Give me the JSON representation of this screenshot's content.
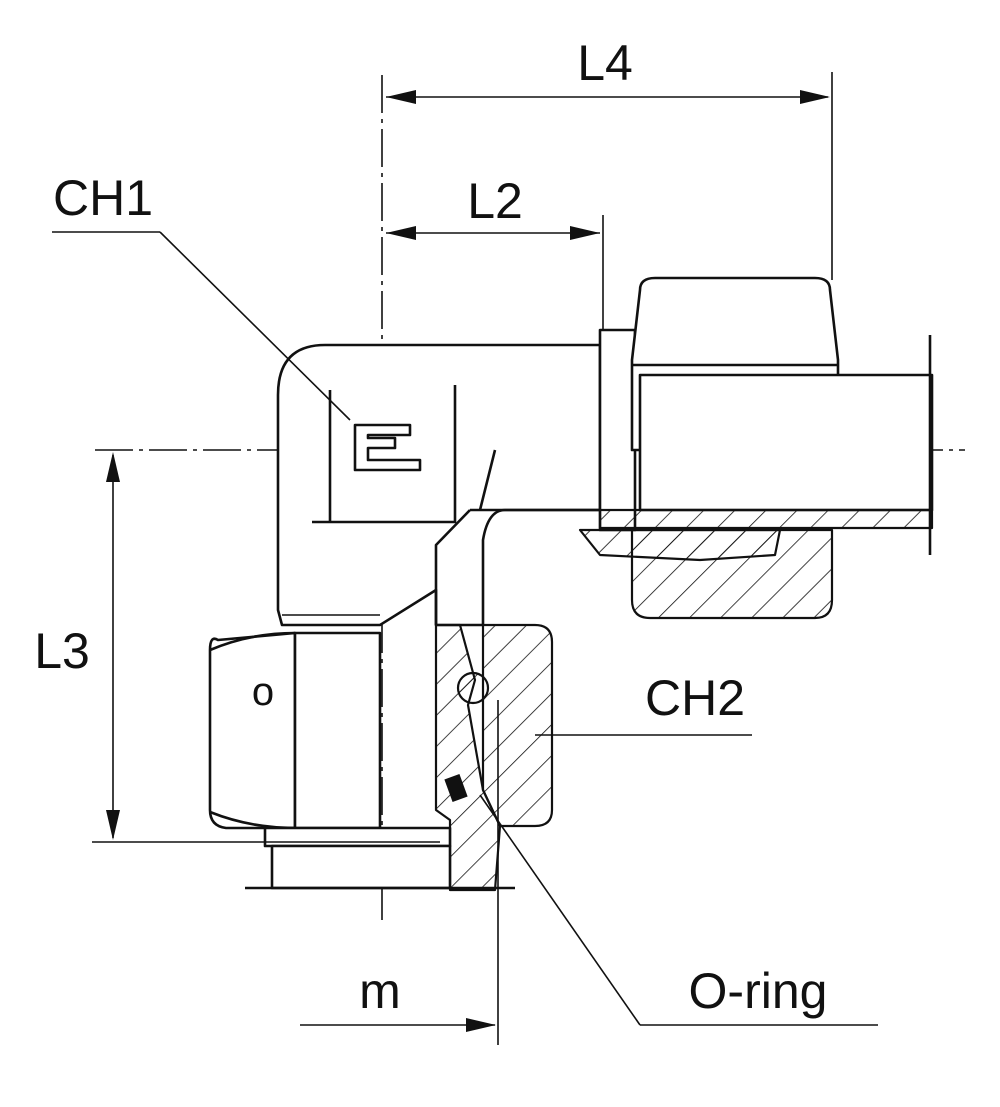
{
  "labels": {
    "l4": "L4",
    "l2": "L2",
    "l3": "L3",
    "ch1": "CH1",
    "ch2": "CH2",
    "m": "m",
    "o_ring": "O-ring",
    "nut_mark": "o"
  },
  "colors": {
    "line": "#111111",
    "background": "#ffffff"
  }
}
